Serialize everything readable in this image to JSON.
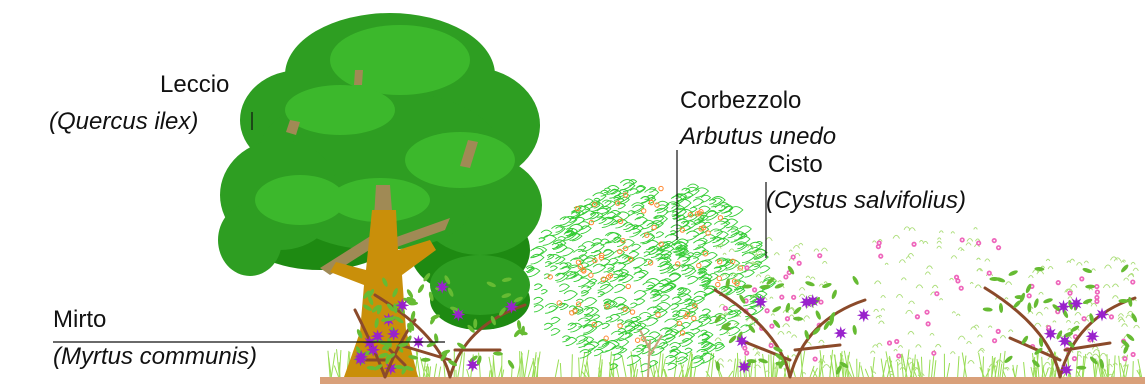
{
  "labels": {
    "leccio": {
      "common": "Leccio",
      "latin": "(Quercus ilex)"
    },
    "corbezzolo": {
      "common": "Corbezzolo",
      "latin": "Arbutus unedo"
    },
    "cisto": {
      "common": "Cisto",
      "latin": "(Cystus salvifolius)"
    },
    "mirto": {
      "common": "Mirto",
      "latin": "(Myrtus communis)"
    }
  },
  "colors": {
    "oak_foliage_dark": "#1e8a12",
    "oak_foliage": "#2e9e22",
    "oak_foliage_light": "#3cb82c",
    "oak_trunk": "#c98f0a",
    "oak_branch": "#a08a55",
    "arbutus_leaf": "#33cc33",
    "arbutus_berry": "#ff8833",
    "cistus_stem": "#aadd77",
    "cistus_flower": "#ee66bb",
    "myrtle_branch": "#8b4a2a",
    "myrtle_leaf": "#66bb33",
    "myrtle_flower": "#9922cc",
    "grass": "#99dd55",
    "soil": "#d9a07a",
    "leader_line": "#111111"
  }
}
